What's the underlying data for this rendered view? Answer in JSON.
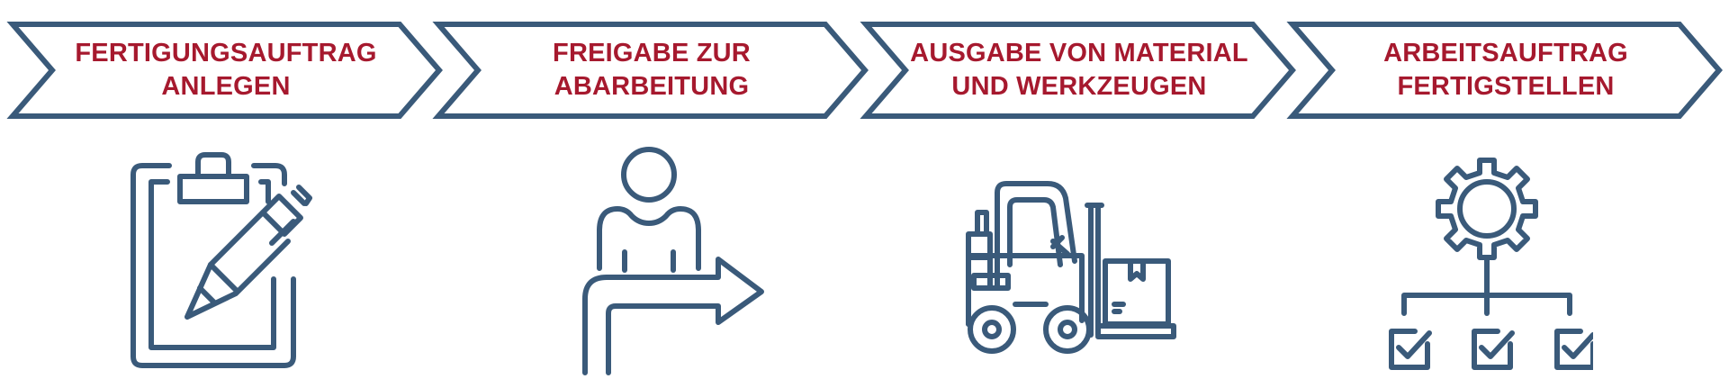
{
  "colors": {
    "outline": "#3a5a7a",
    "label": "#a6192e",
    "background": "#ffffff"
  },
  "steps": [
    {
      "line1": "FERTIGUNGSAUFTRAG",
      "line2": "ANLEGEN",
      "icon": "clipboard-pen-icon"
    },
    {
      "line1": "FREIGABE ZUR",
      "line2": "ABARBEITUNG",
      "icon": "person-arrow-icon"
    },
    {
      "line1": "AUSGABE VON MATERIAL",
      "line2": "UND WERKZEUGEN",
      "icon": "forklift-icon"
    },
    {
      "line1": "ARBEITSAUFTRAG",
      "line2": "FERTIGSTELLEN",
      "icon": "gear-checklist-icon"
    }
  ]
}
